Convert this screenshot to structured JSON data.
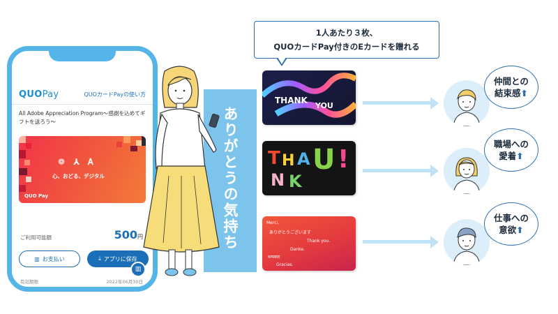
{
  "phone": {
    "logo_main": "QUO",
    "logo_pay": "Pay",
    "how_to_link": "QUOカードPayの使い方",
    "program_title": "All Adobe Appreciation Program～感謝を込めてギフトを送ろう～",
    "card_tagline": "心、おどる、デジタル",
    "card_brand": "QUO Pay",
    "balance_label": "ご利用可能額",
    "balance_value": "500",
    "balance_unit": "円",
    "pay_button": "お支払い",
    "save_button": "アプリに保存",
    "expiry_label": "有効期限",
    "expiry_date": "2022年06月30日"
  },
  "band_text": "ありがとうの気持ち",
  "callout": {
    "line1": "1人あたり３枚、",
    "line2": "QUOカードPay付きのEカードを贈れる"
  },
  "cards": {
    "card1": {
      "word1": "THANK",
      "word2": "YOU"
    },
    "card2": {
      "letters": [
        "T",
        "H",
        "A",
        "N",
        "K",
        "U",
        "!"
      ]
    },
    "card3": {
      "lines": [
        "Merci.",
        "ありがとうございます",
        "Thank you.",
        "Danke.",
        "धन्यवाद",
        "Gracias."
      ]
    }
  },
  "outcomes": [
    {
      "line1": "仲間との",
      "line2": "結束感",
      "arrow": "⬆"
    },
    {
      "line1": "職場への",
      "line2": "愛着",
      "arrow": "⬆"
    },
    {
      "line1": "仕事への",
      "line2": "意欲",
      "arrow": "⬆"
    }
  ],
  "colors": {
    "brand_blue": "#1b6fb8",
    "phone_frame": "#55b4e8",
    "band": "#7cc4ec",
    "arrow": "#bfe2f6",
    "gift_red": "#f3344a"
  }
}
